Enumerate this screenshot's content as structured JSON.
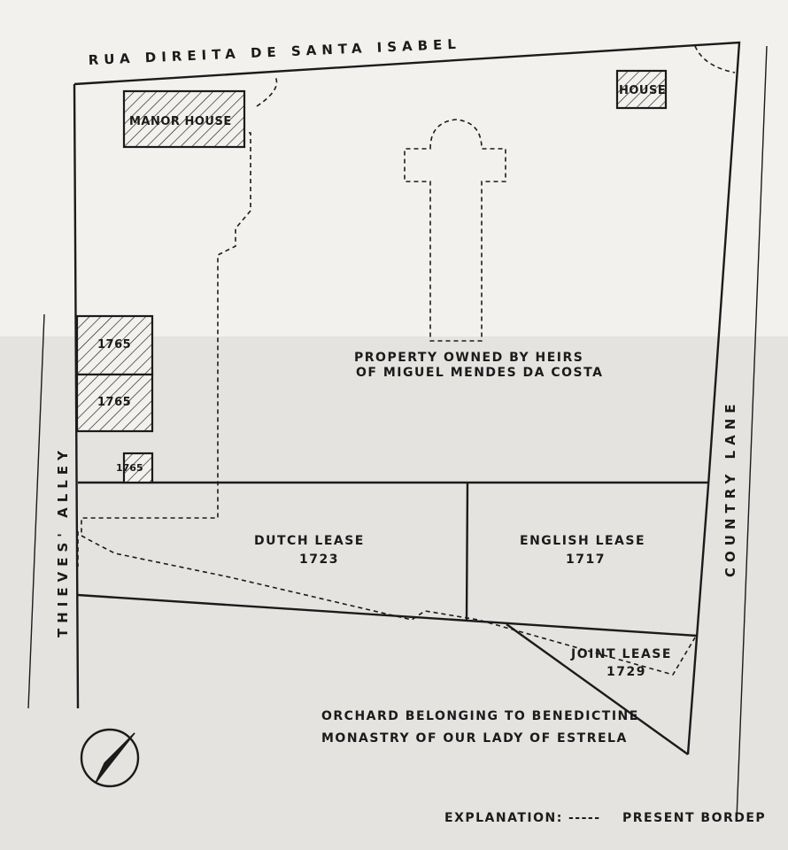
{
  "streets": {
    "top": "RUA DIREITA DE SANTA ISABEL",
    "left": "THIEVES' ALLEY",
    "right": "COUNTRY LANE"
  },
  "buildings": {
    "manor": "MANOR HOUSE",
    "house": "HOUSE",
    "b1": "1765",
    "b2": "1765",
    "b3": "1765"
  },
  "property": {
    "line1": "PROPERTY OWNED BY HEIRS",
    "line2": "OF MIGUEL MENDES DA COSTA"
  },
  "dutch": {
    "label": "DUTCH LEASE",
    "year": "1723"
  },
  "english": {
    "label": "ENGLISH LEASE",
    "year": "1717"
  },
  "joint": {
    "label": "JOINT LEASE",
    "year": "1729"
  },
  "orchard": {
    "line1": "ORCHARD BELONGING TO BENEDICTINE",
    "line2": "MONASTRY OF OUR LADY OF ESTRELA"
  },
  "legend": {
    "label": "EXPLANATION:",
    "marker": "-----",
    "text": "PRESENT BORDEP"
  },
  "colors": {
    "ink": "#1b1b1b",
    "paper": "#f2f1ed"
  }
}
